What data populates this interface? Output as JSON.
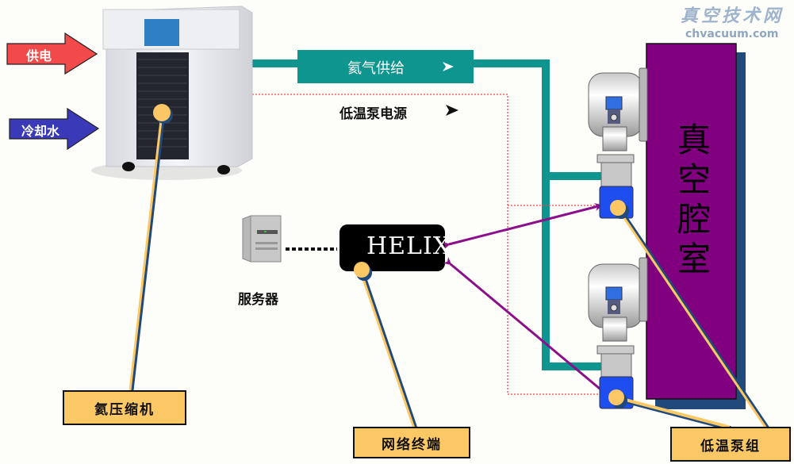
{
  "watermark": {
    "cn": "真空技术网",
    "en": "chvacuum.com"
  },
  "inputs": {
    "power": {
      "label": "供电",
      "color": "#f24a4a"
    },
    "cooling_water": {
      "label": "冷却水",
      "color": "#3a3ab8"
    }
  },
  "lines": {
    "helium_supply": {
      "label": "氦气供给",
      "color": "#0e9590"
    },
    "cryopump_power": {
      "label": "低温泵电源",
      "color": "#ff4040"
    },
    "network": {
      "color": "#8b0f8b"
    }
  },
  "components": {
    "helix": {
      "label": "HELIX"
    },
    "server": {
      "label": "服务器"
    },
    "chamber": {
      "label": "真空腔室",
      "chars": [
        "真",
        "空",
        "腔",
        "室"
      ],
      "color": "#800080",
      "shadow": "#214a7a"
    }
  },
  "callouts": {
    "compressor": "氦压缩机",
    "network_terminal": "网络终端",
    "cryopump_group": "低温泵组",
    "color": "#fcc865"
  }
}
